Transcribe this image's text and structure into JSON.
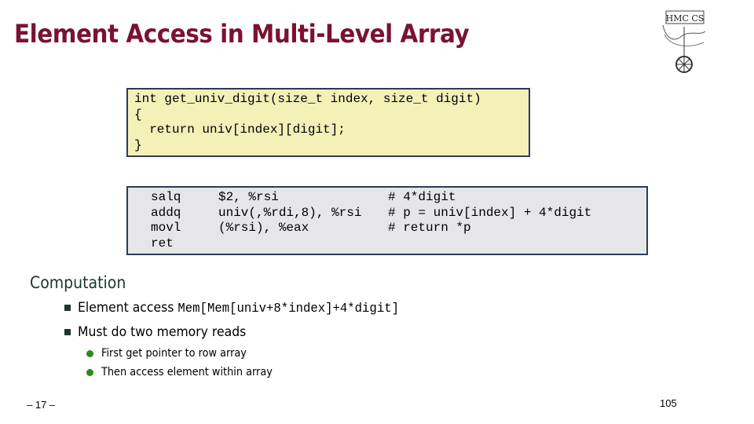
{
  "slide": {
    "title": "Element Access in Multi-Level Array",
    "logo_text": "HMC CS"
  },
  "code_c": {
    "lines": [
      "int get_univ_digit(size_t index, size_t digit)",
      "{",
      "  return univ[index][digit];",
      "}"
    ]
  },
  "code_asm": {
    "ops": [
      "salq",
      "addq",
      "movl",
      "ret"
    ],
    "args": [
      "$2, %rsi",
      "univ(,%rdi,8), %rsi",
      "(%rsi), %eax",
      ""
    ],
    "comments": [
      "# 4*digit",
      "# p = univ[index] + 4*digit",
      "# return *p",
      ""
    ]
  },
  "computation": {
    "heading": "Computation",
    "bullet1_prefix": "Element access ",
    "bullet1_code": "Mem[Mem[univ+8*index]+4*digit]",
    "bullet2": "Must do two memory reads",
    "sub_bullets": [
      "First get pointer to row array",
      "Then access element within array"
    ]
  },
  "footer": {
    "left": "– 17 –",
    "right": "105"
  },
  "colors": {
    "title": "#7a1230",
    "code_c_bg": "#f3f0b8",
    "code_asm_bg": "#e6e6e8",
    "box_border": "#2b3a5a",
    "bullet_dot": "#2a8a1a"
  }
}
